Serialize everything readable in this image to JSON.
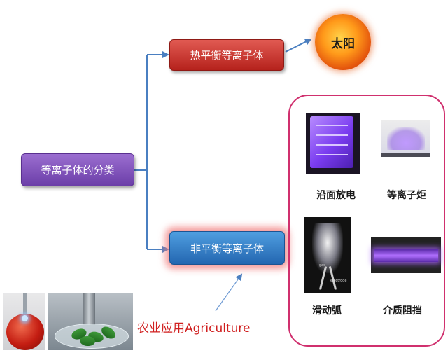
{
  "diagram": {
    "root": {
      "label": "等离子体的分类"
    },
    "thermal": {
      "label": "热平衡等离子体",
      "example": "太阳"
    },
    "nonthermal": {
      "label": "非平衡等离子体"
    },
    "types": [
      {
        "label": "沿面放电"
      },
      {
        "label": "等离子炬"
      },
      {
        "label": "滑动弧"
      },
      {
        "label": "介质阻挡"
      }
    ],
    "arc_photo_tags": {
      "gas": "gas",
      "electrode": "electrode"
    },
    "application": {
      "label": "农业应用Agriculture"
    }
  },
  "colors": {
    "connector": "#4a7fc1",
    "root_node": "#7a4bb8",
    "thermal_node": "#c9302a",
    "nonthermal_node": "#3a84cc",
    "bracket": "#d0306e",
    "application_text": "#d01f1f"
  }
}
